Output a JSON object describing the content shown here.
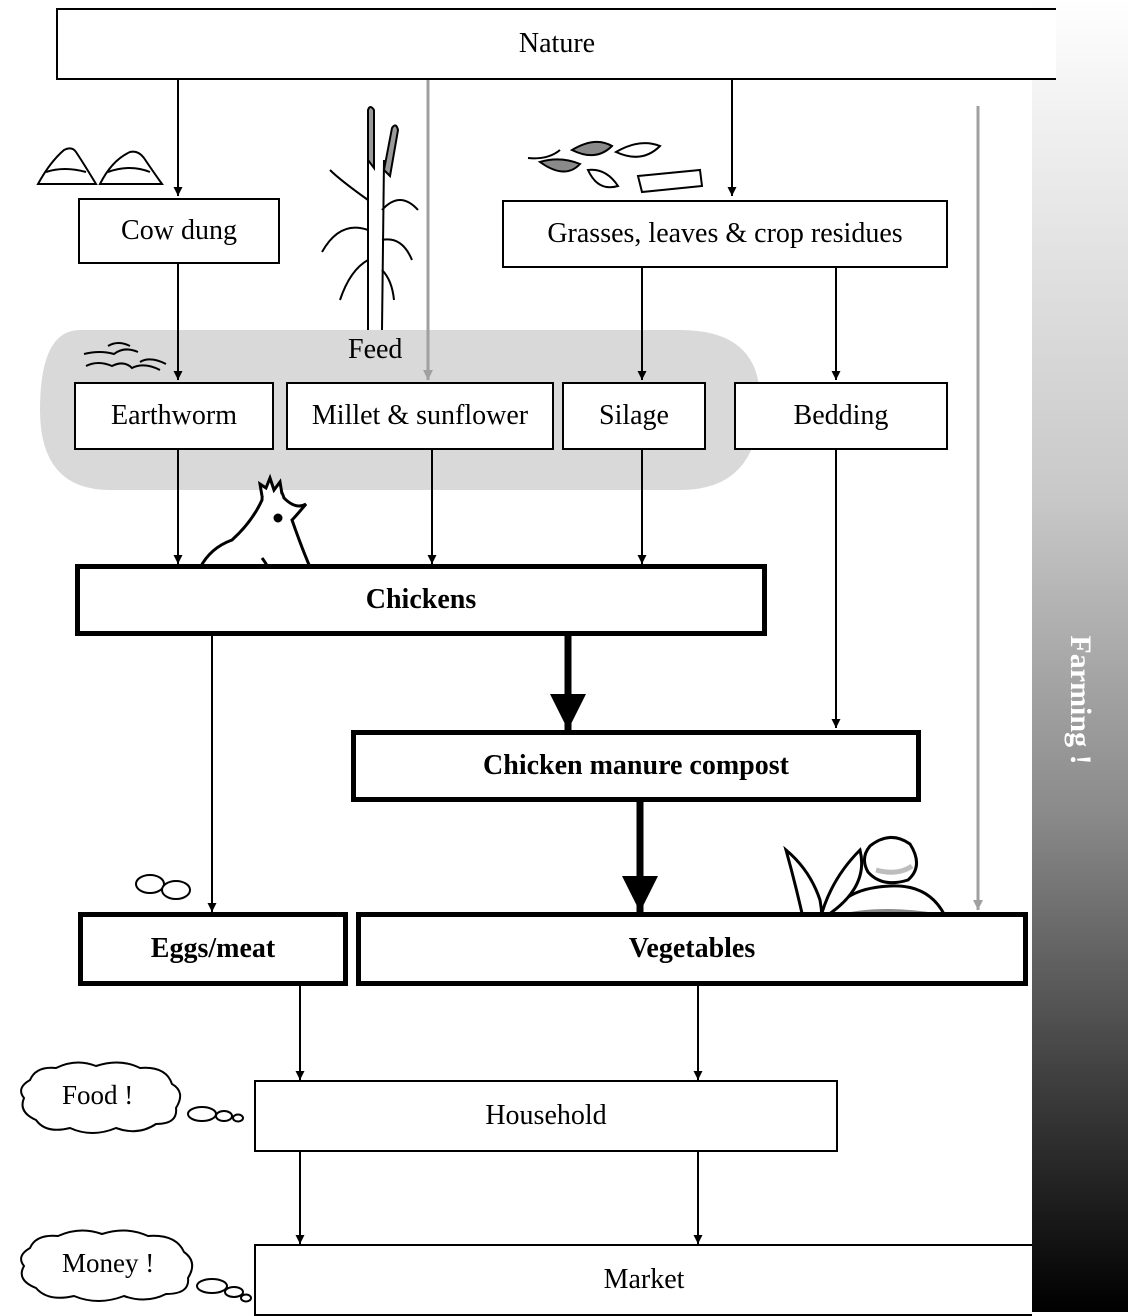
{
  "boxes": {
    "nature": "Nature",
    "cow_dung": "Cow dung",
    "grasses": "Grasses, leaves & crop residues",
    "feed_label": "Feed",
    "earthworm": "Earthworm",
    "millet": "Millet & sunflower",
    "silage": "Silage",
    "bedding": "Bedding",
    "chickens": "Chickens",
    "compost": "Chicken manure compost",
    "eggs": "Eggs/meat",
    "vegetables": "Vegetables",
    "household": "Household",
    "market": "Market"
  },
  "thoughts": {
    "food": "Food !",
    "money": "Money !"
  },
  "side_title": "Farming !"
}
